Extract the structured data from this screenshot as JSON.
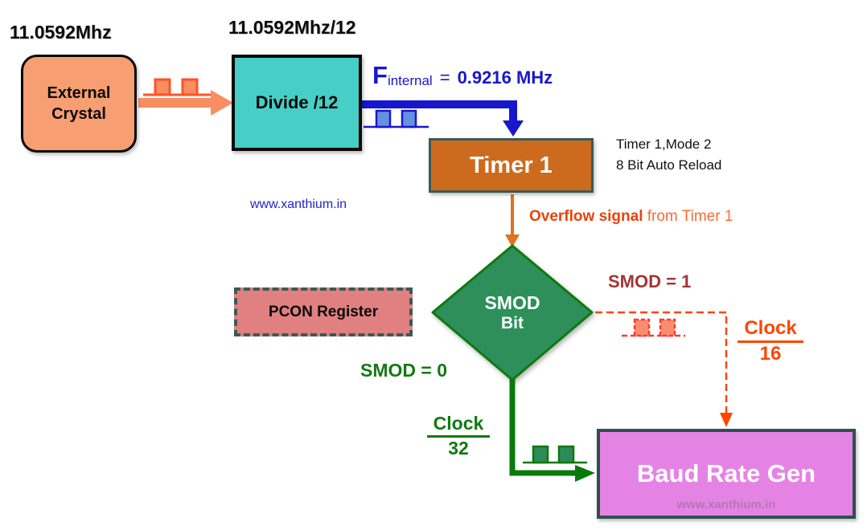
{
  "colors": {
    "crystal_fill": "#F79E72",
    "crystal_arrow": "#F88E62",
    "pulse_orange_outline": "#FF5226",
    "divide_fill": "#47CEC6",
    "blue": "#1717CE",
    "blue_pulse_fill": "#6690E0",
    "timer_fill": "#CC6B1E",
    "box_border_dark": "#3A5A56",
    "overflow_arrow": "#E2711D",
    "overflow_text_bold": "#E8430A",
    "overflow_text_light": "#FB6A35",
    "diamond_fill": "#2E8F5B",
    "diamond_border": "#0E7A0E",
    "pcon_fill": "#E08080",
    "smod1_text": "#A33535",
    "smod0_text": "#157815",
    "green_path": "#0B7A0B",
    "orangered_path": "#FF4500",
    "baud_fill": "#E583E5",
    "baud_watermark": "#B178B1",
    "watermark_blue": "#2323CC"
  },
  "nodes": {
    "external_crystal": {
      "line1": "External",
      "line2": "Crystal"
    },
    "divide_by_12": {
      "label": "Divide /12"
    },
    "timer1": {
      "label": "Timer 1"
    },
    "pcon_register": {
      "label": "PCON Register"
    },
    "smod_diamond": {
      "line1": "SMOD",
      "line2": "Bit"
    },
    "baud_rate_gen": {
      "label": "Baud Rate Gen",
      "watermark": "www.xanthium.in"
    }
  },
  "labels": {
    "crystal_freq": "11.0592Mhz",
    "divided_freq": "11.0592Mhz/12",
    "f_internal": {
      "symbol": "F",
      "subscript": "internal",
      "equals": "=",
      "value": "0.9216 MHz"
    },
    "watermark": "www.xanthium.in",
    "timer_mode_line1": "Timer 1,Mode 2",
    "timer_mode_line2": "8 Bit Auto Reload",
    "overflow_bold": "Overflow signal",
    "overflow_rest": " from Timer 1",
    "smod1": "SMOD = 1",
    "smod0": "SMOD = 0",
    "clock16": {
      "numerator": "Clock",
      "denominator": "16"
    },
    "clock32": {
      "numerator": "Clock",
      "denominator": "32"
    }
  }
}
